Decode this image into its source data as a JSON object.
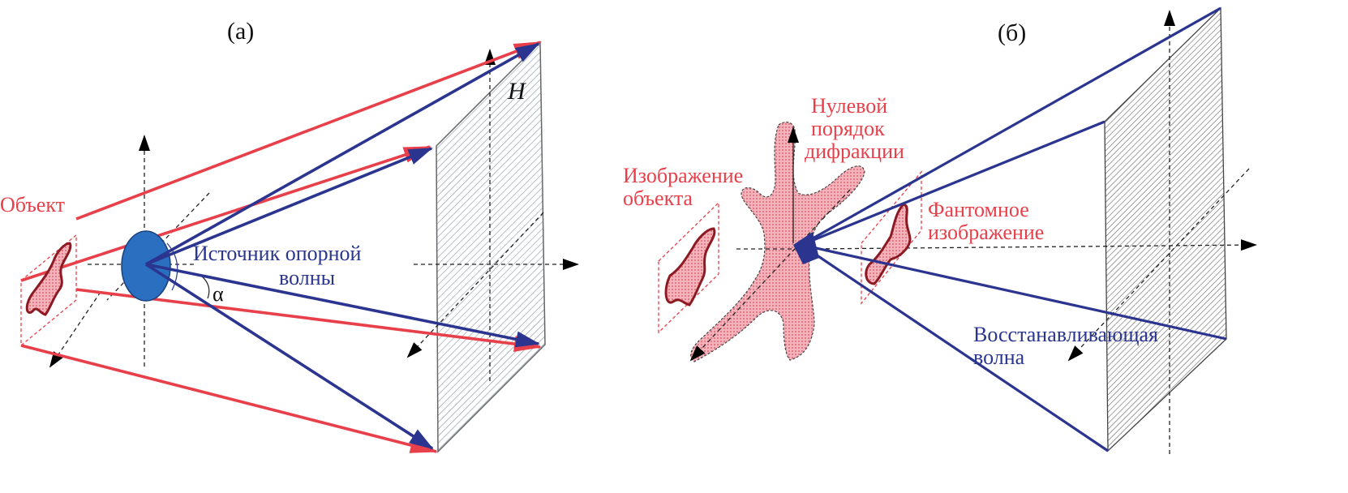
{
  "panel_a": {
    "caption": "(а)",
    "object_label": "Объект",
    "source_label_line1": "Источник опорной",
    "source_label_line2": "волны",
    "angle_label": "α",
    "hologram_label": "H"
  },
  "panel_b": {
    "caption": "(б)",
    "zero_order_line1": "Нулевой",
    "zero_order_line2": "порядок",
    "zero_order_line3": "дифракции",
    "object_image_line1": "Изображение",
    "object_image_line2": "объекта",
    "phantom_line1": "Фантомное",
    "phantom_line2": "изображение",
    "reconstructing_line1": "Восстанавливающая",
    "reconstructing_line2": "волна"
  },
  "colors": {
    "red": "#e8404a",
    "blue": "#2b3590",
    "object_fill": "#f2a6ad",
    "object_outline": "#8c1a22",
    "source_fill": "#2a6fc0",
    "plate_hatch": "#7a8a99",
    "plate_stroke": "#2b3590"
  }
}
